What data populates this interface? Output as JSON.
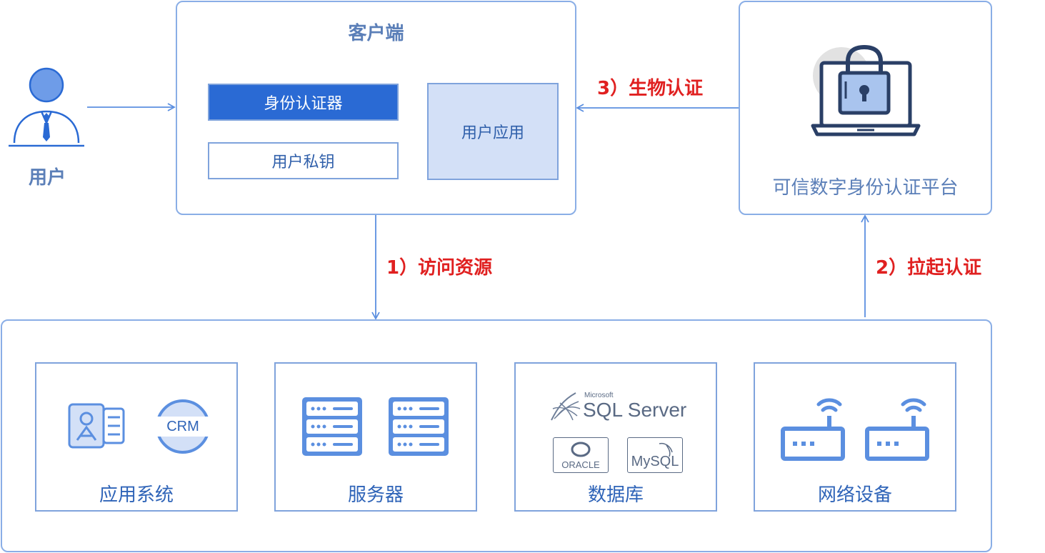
{
  "user": {
    "label": "用户",
    "icon": "user-icon"
  },
  "client": {
    "title": "客户端",
    "authenticator": "身份认证器",
    "private_key": "用户私钥",
    "user_app": "用户应用"
  },
  "platform": {
    "label": "可信数字身份认证平台",
    "icon": "laptop-lock-icon"
  },
  "steps": {
    "step1": "1）访问资源",
    "step2": "2）拉起认证",
    "step3": "3）生物认证"
  },
  "resources": [
    {
      "label": "应用系统",
      "icons": [
        "contact-card-icon",
        "crm-icon"
      ],
      "crm_text": "CRM"
    },
    {
      "label": "服务器",
      "icons": [
        "server-icon",
        "server-icon"
      ]
    },
    {
      "label": "数据库",
      "icons": [
        "sql-server-logo",
        "oracle-logo",
        "mysql-logo"
      ],
      "sql_brand": "Microsoft",
      "sql_text": "SQL Server",
      "oracle_text": "ORACLE",
      "mysql_text": "MySQL"
    },
    {
      "label": "网络设备",
      "icons": [
        "wifi-router-icon",
        "wifi-router-icon"
      ]
    }
  ],
  "colors": {
    "border": "#8aaee6",
    "accent_blue": "#2a6ad4",
    "light_fill": "#d3e0f7",
    "red": "#e02020",
    "icon_blue": "#5b8fe0"
  }
}
